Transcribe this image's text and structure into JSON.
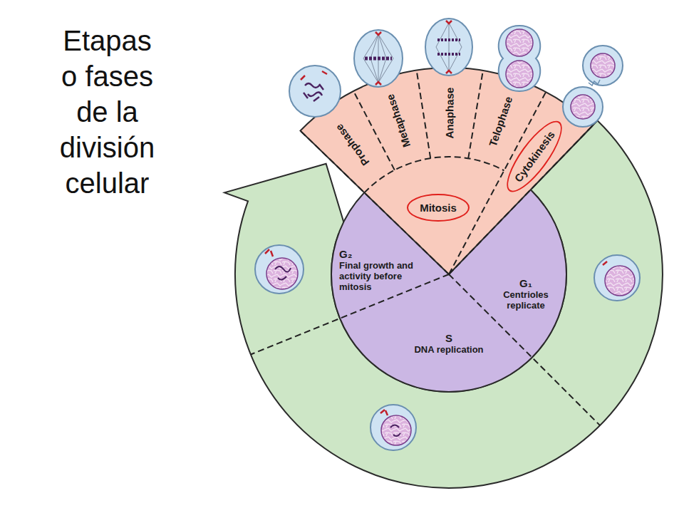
{
  "diagram": {
    "title": "Etapas o fases de la división celular",
    "nodes": [
      {
        "text": [
          "G₂",
          "Final growth and activity before mitosis"
        ]
      },
      {
        "text": [
          "G₁",
          "Centrioles replicate"
        ]
      },
      {
        "text": [
          "S",
          "DNA replication"
        ]
      },
      {
        "text": [
          "Mitosis"
        ]
      },
      {
        "text": [
          "Cytokinesis"
        ]
      }
    ],
    "labels": [
      "Prophase",
      "Metaphase",
      "Anaphase",
      "Telophase"
    ]
  }
}
